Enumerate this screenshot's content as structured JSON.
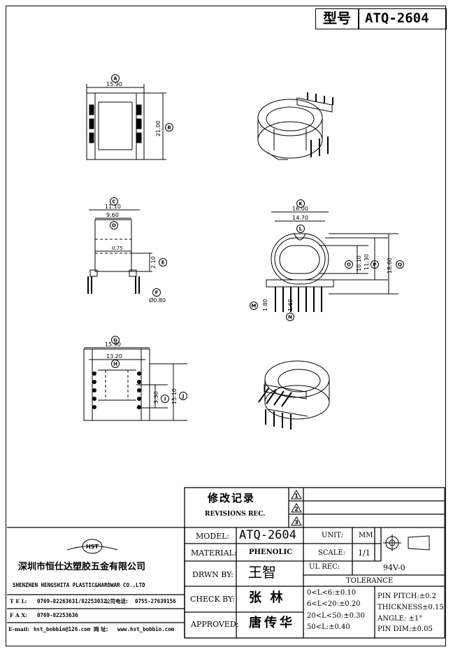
{
  "header": {
    "type_label": "型号",
    "model": "ATQ-2604"
  },
  "callouts": {
    "A": "A",
    "B": "B",
    "C": "C",
    "D": "D",
    "E": "E",
    "F": "F",
    "G": "G",
    "H": "H",
    "I": "I",
    "J": "J",
    "K": "K",
    "L": "L",
    "M": "M",
    "N": "N",
    "O": "O",
    "P": "P",
    "Q": "Q"
  },
  "dims": {
    "A": "15.90",
    "B": "21.00",
    "C": "11.10",
    "D": "9.60",
    "E": "2.10",
    "F": "Ø0.80",
    "inner": "0.75",
    "G": "15.90",
    "H": "13.20",
    "I": "3.30",
    "J": "15.10",
    "K": "16.00",
    "L": "14.70",
    "M": "1.80",
    "N": "1.60",
    "O": "10.10",
    "P": "11.30",
    "Q": "18.60"
  },
  "revisions": {
    "title_cn": "修改记录",
    "title_en": "REVISIONS REC.",
    "marks": [
      "1",
      "2",
      "3"
    ]
  },
  "company": {
    "logo": "HST",
    "name_cn": "深圳市恒仕达塑胶五金有限公司",
    "name_en": "SHENZHEN HENGSHITA PLASTIC&HARDWAR CO.,LTD",
    "tel_label": "T E L:",
    "tel": "0769-82263631/82253032",
    "co_phone_label": "公司电话:",
    "co_phone": "0755-27639156",
    "fax_label": "F A X:",
    "fax": "0769-82253636",
    "email_label": "E-mail:",
    "email": "hst_bobbin@126.com",
    "web_label": "网 址:",
    "web": "www.hst_bobbin.com"
  },
  "title_block": {
    "model_label": "MODEL:",
    "model_value": "ATQ-2604",
    "material_label": "MATERIAL:",
    "material_value": "PHENOLIC",
    "drawn_label": "DRWN BY:",
    "drawn_value": "王智",
    "check_label": "CHECK BY:",
    "check_value": "张  林",
    "approved_label": "APPROVED:",
    "approved_value": "唐传华",
    "unit_label": "UNIT:",
    "unit_value": "MM",
    "scale_label": "SCALE:",
    "scale_value": "1/1",
    "ul_label": "UL REC:",
    "ul_value": "94V-0",
    "tolerance_label": "TOLERANCE",
    "tol_1": "0<L<6:±0.10",
    "tol_2": "6<L<20:±0.20",
    "tol_3": "20<L<50:±0.30",
    "tol_4": "50<L:±0.40",
    "spec_1": "PIN PITCH:±0.2",
    "spec_2": "THICKNESS±0.15",
    "spec_3": "ANGLE: ±1°",
    "spec_4": "PIN DIM:±0.05"
  }
}
